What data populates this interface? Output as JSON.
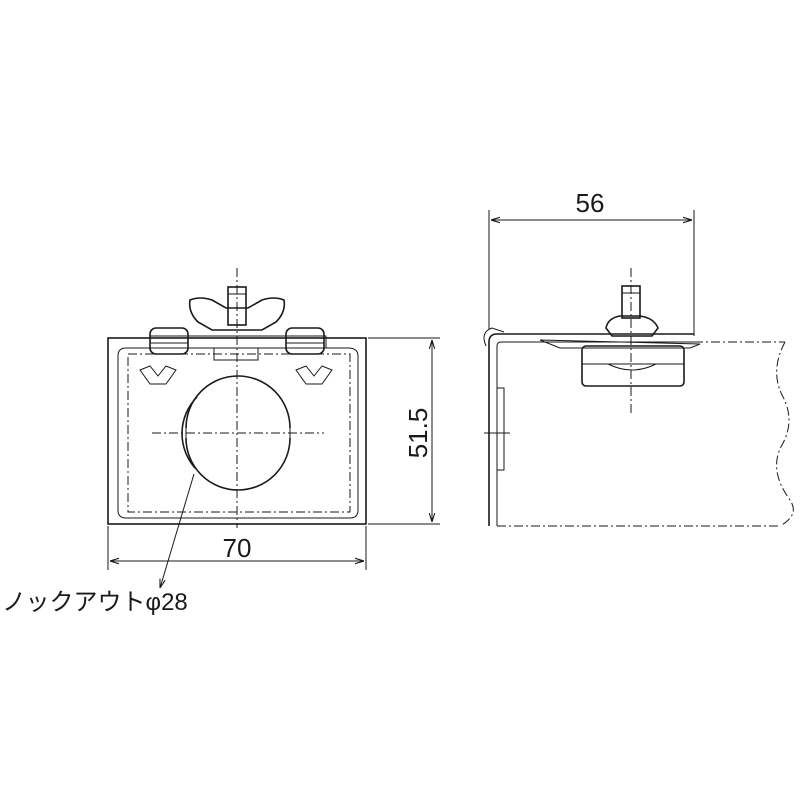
{
  "front_view": {
    "width_dimension": "70",
    "height_dimension": "51.5",
    "knockout_label": "ノックアウトφ28"
  },
  "side_view": {
    "depth_dimension": "56"
  }
}
